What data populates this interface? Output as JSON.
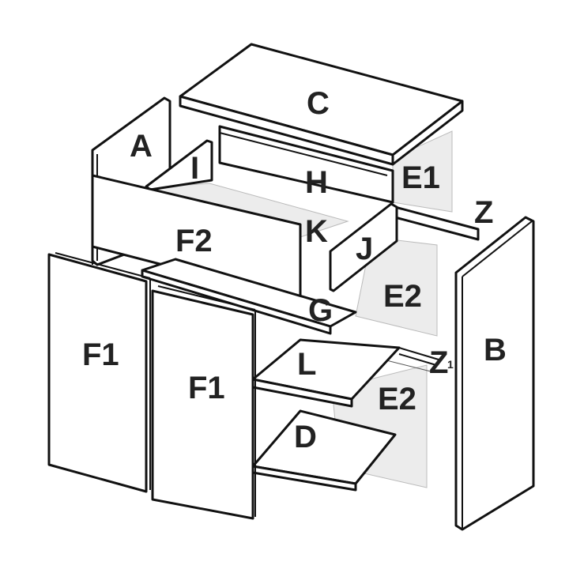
{
  "title": "Cabinet exploded assembly diagram",
  "labels": {
    "C": "C",
    "A": "A",
    "I": "I",
    "H": "H",
    "E1": "E1",
    "Z_top": "Z",
    "F2": "F2",
    "K": "K",
    "J": "J",
    "E2_upper": "E2",
    "G": "G",
    "B": "B",
    "F1_left": "F1",
    "F1_right": "F1",
    "L": "L",
    "Z_lower": "Z",
    "Z_lower_sub": "1",
    "E2_lower": "E2",
    "D": "D"
  },
  "colors": {
    "outline": "#111111",
    "panel": "#ffffff",
    "back_panel": "#ececec"
  }
}
